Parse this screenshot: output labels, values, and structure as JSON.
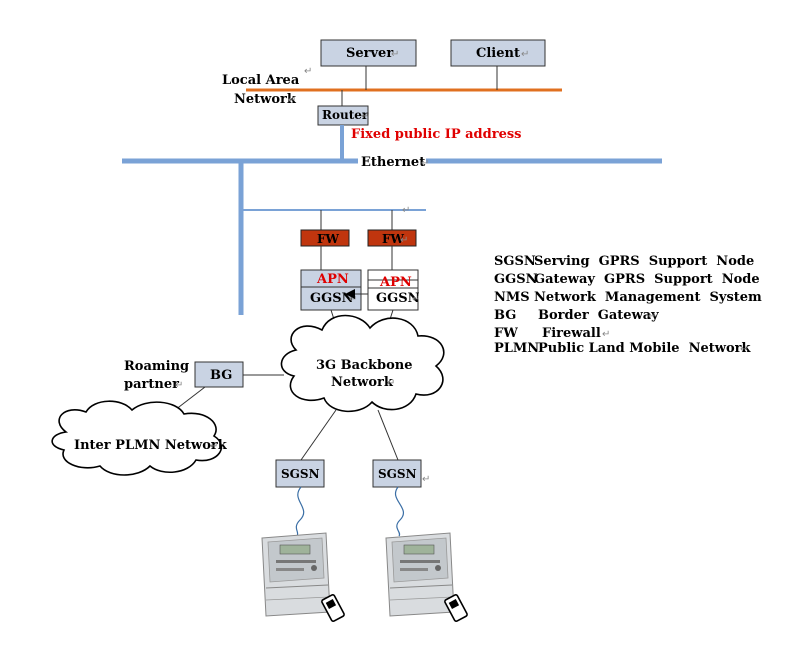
{
  "nodes": {
    "server": "Server",
    "client": "Client",
    "lan_line1": "Local Area",
    "lan_line2": "Network",
    "router": "Router",
    "fixed_ip": "Fixed public IP address",
    "ethernet": "Ethernet",
    "fw_left": "FW",
    "fw_right": "FW",
    "apn_left": "APN",
    "apn_right": "APN",
    "ggsn_left": "GGSN",
    "ggsn_right": "GGSN",
    "backbone_line1": "3G Backbone",
    "backbone_line2": "Network",
    "bg": "BG",
    "roaming_line1": "Roaming",
    "roaming_line2": "partner",
    "inter_plmn": "Inter PLMN Network",
    "sgsn_left": "SGSN",
    "sgsn_right": "SGSN"
  },
  "legend": [
    {
      "abbr": "SGSN",
      "text": "Serving  GPRS  Support  Node"
    },
    {
      "abbr": "GGSN",
      "text": "Gateway  GPRS  Support  Node"
    },
    {
      "abbr": "NMS",
      "text": "Network  Management  System"
    },
    {
      "abbr": "BG",
      "text": "Border  Gateway"
    },
    {
      "abbr": "FW",
      "text": "Firewall"
    },
    {
      "abbr": "PLMN",
      "text": "Public Land Mobile  Network"
    }
  ],
  "colors": {
    "lan_bus": "#e07020",
    "ethernet_bus": "#7aa2d6",
    "node_fill": "#c9d3e3",
    "firewall_fill": "#c0350e",
    "apn_text": "#e00000"
  }
}
